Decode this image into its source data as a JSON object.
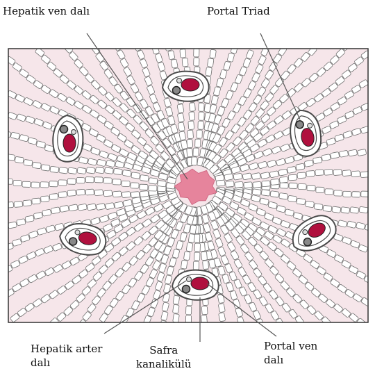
{
  "labels": {
    "hepatic_vein": "Hepatik ven dalı",
    "portal_triad": "Portal Triad",
    "hepatic_artery_line1": "Hepatik arter",
    "hepatic_artery_line2": "dalı",
    "bile_canaliculus_line1": "Safra",
    "bile_canaliculus_line2": "kanalikülü",
    "portal_vein_line1": "Portal ven",
    "portal_vein_line2": "dalı"
  },
  "colors": {
    "background": "#f6e6ea",
    "cell_fill": "#ffffff",
    "cell_stroke": "#6e6e6e",
    "central_vein": "#e6849c",
    "vessel_fill": "#b0103e",
    "triad_ring": "#4a4a4a",
    "leader_line": "#555555"
  }
}
